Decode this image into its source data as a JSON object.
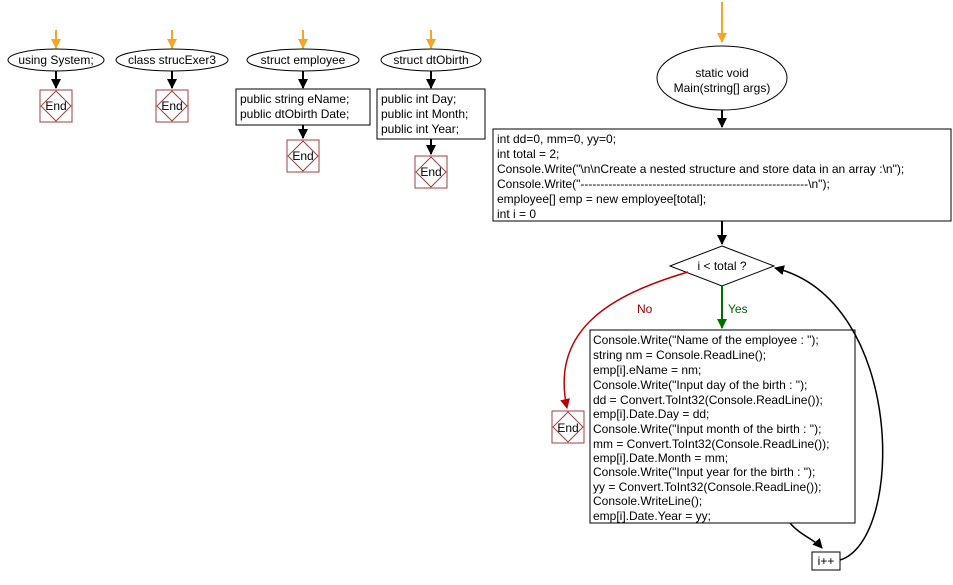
{
  "using_node": {
    "text": "using System;",
    "end": "End"
  },
  "class_node": {
    "text": "class strucExer3",
    "end": "End"
  },
  "employee_struct": {
    "title": "struct employee",
    "fields": [
      "public string eName;",
      "public dtObirth Date;"
    ],
    "end": "End"
  },
  "dtobirth_struct": {
    "title": "struct dtObirth",
    "fields": [
      "public int Day;",
      "public int Month;",
      "public int Year;"
    ],
    "end": "End"
  },
  "main_method": {
    "line1": "static void",
    "line2": "Main(string[] args)"
  },
  "init_block": {
    "lines": [
      "int dd=0, mm=0, yy=0;",
      "int total = 2;",
      "Console.Write(\"\\n\\nCreate a nested structure and store data in an array :\\n\");",
      "Console.Write(\"---------------------------------------------------------\\n\");",
      "employee[] emp = new employee[total];",
      "int i = 0"
    ]
  },
  "loop": {
    "condition": "i < total ?",
    "no_label": "No",
    "yes_label": "Yes",
    "end": "End",
    "increment": "i++"
  },
  "loop_body": {
    "lines": [
      "Console.Write(\"Name of the employee : \");",
      "string nm = Console.ReadLine();",
      "emp[i].eName = nm;",
      "Console.Write(\"Input day of the birth : \");",
      "dd = Convert.ToInt32(Console.ReadLine());",
      "emp[i].Date.Day = dd;",
      "Console.Write(\"Input month of the birth : \");",
      "mm = Convert.ToInt32(Console.ReadLine());",
      "emp[i].Date.Month = mm;",
      "Console.Write(\"Input year for the birth : \");",
      "yy = Convert.ToInt32(Console.ReadLine());",
      "Console.WriteLine();",
      "emp[i].Date.Year = yy;"
    ]
  },
  "colors": {
    "entry_arrow": "#f5a623",
    "flow": "#000000",
    "no_branch": "#c00000",
    "yes_branch": "#007000",
    "end_border": "#a04040"
  }
}
